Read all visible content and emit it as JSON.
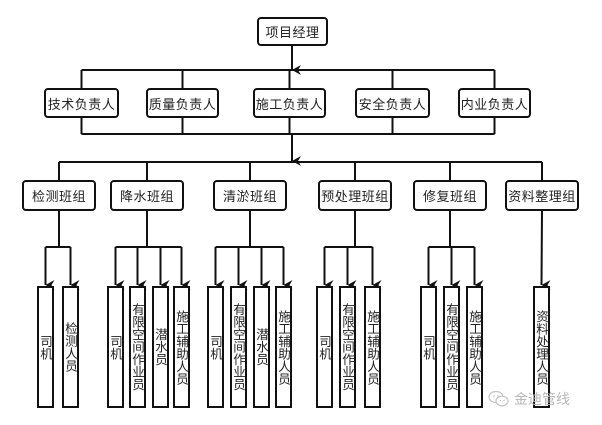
{
  "root": {
    "label": "项目经理"
  },
  "level2": [
    {
      "label": "技术负责人"
    },
    {
      "label": "质量负责人"
    },
    {
      "label": "施工负责人"
    },
    {
      "label": "安全负责人"
    },
    {
      "label": "内业负责人"
    }
  ],
  "groups": [
    {
      "label": "检测班组",
      "members": [
        "司机",
        "检测人员"
      ]
    },
    {
      "label": "降水班组",
      "members": [
        "司机",
        "有限空间作业员",
        "潜水员",
        "施工辅助人员"
      ]
    },
    {
      "label": "清淤班组",
      "members": [
        "司机",
        "有限空间作业员",
        "潜水员",
        "施工辅助人员"
      ]
    },
    {
      "label": "预处理班组",
      "members": [
        "司机",
        "有限空间作业员",
        "施工辅助人员"
      ]
    },
    {
      "label": "修复班组",
      "members": [
        "司机",
        "有限空间作业员",
        "施工辅助人员"
      ]
    },
    {
      "label": "资料整理组",
      "members": [
        "资料处理人员"
      ]
    }
  ],
  "watermark": {
    "icon": "wechat-icon",
    "text": "金迪管线"
  },
  "colors": {
    "line": "#111111",
    "text": "#222222",
    "watermark": "#b8b8b8"
  }
}
